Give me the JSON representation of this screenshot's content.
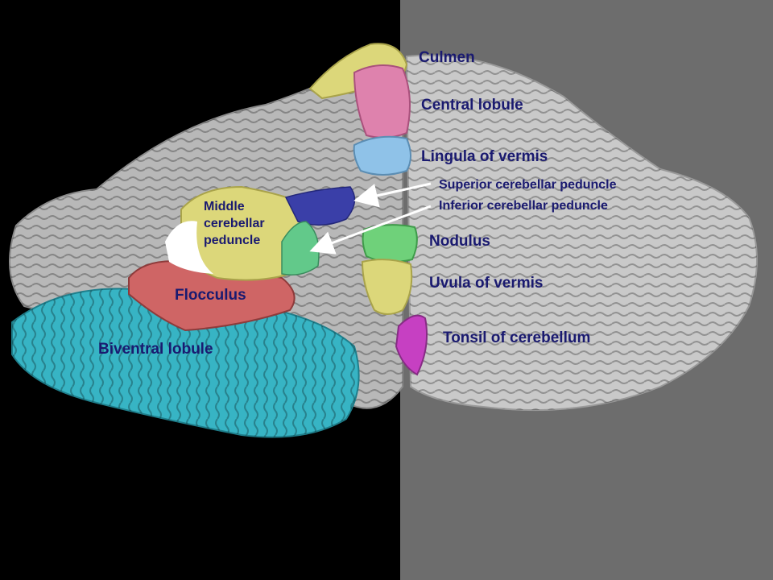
{
  "labels": {
    "culmen": "Culmen",
    "central_lobule": "Central lobule",
    "lingula": "Lingula of vermis",
    "superior_peduncle": "Superior cerebellar peduncle",
    "inferior_peduncle": "Inferior cerebellar peduncle",
    "nodulus": "Nodulus",
    "uvula": "Uvula of vermis",
    "tonsil": "Tonsil of cerebellum",
    "middle_peduncle_line1": "Middle",
    "middle_peduncle_line2": "cerebellar",
    "middle_peduncle_line3": "peduncle",
    "flocculus": "Flocculus",
    "biventral": "Biventral lobule"
  },
  "colors": {
    "label_text": "#1a1a70",
    "left_background": "#000000",
    "right_background": "#6d6d6d",
    "culmen": "#dcd77a",
    "central_lobule": "#de82ad",
    "lingula": "#8fc2e8",
    "superior_peduncle": "#3a3fa8",
    "inferior_peduncle": "#62c98a",
    "nodulus": "#6fd17a",
    "uvula": "#dcd77a",
    "tonsil": "#c640c2",
    "middle_peduncle": "#dcd77a",
    "flocculus": "#cf6565",
    "biventral": "#37b4c4",
    "tissue": "#bdbdbd"
  }
}
